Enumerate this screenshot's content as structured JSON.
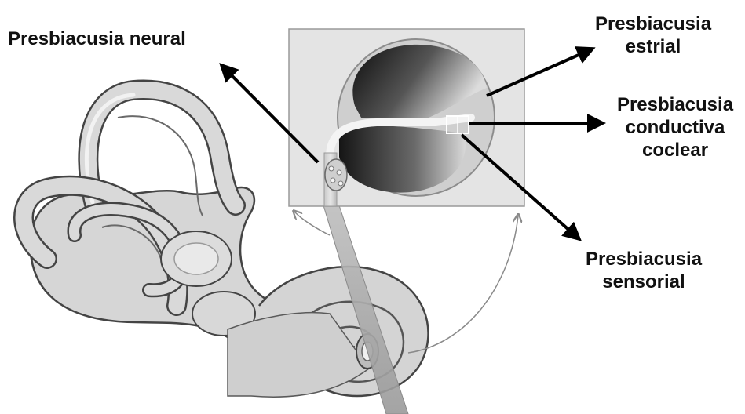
{
  "labels": {
    "neural": "Presbiacusia neural",
    "estrial": {
      "line1": "Presbiacusia",
      "line2": "estrial"
    },
    "conductiva": {
      "line1": "Presbiacusia",
      "line2": "conductiva",
      "line3": "coclear"
    },
    "sensorial": {
      "line1": "Presbiacusia",
      "line2": "sensorial"
    }
  },
  "colors": {
    "text": "#111111",
    "arrow": "#000000",
    "inset_background": "#e4e4e4",
    "anatomy_fill": "#d9d9d9",
    "anatomy_stroke": "#4a4a4a"
  }
}
